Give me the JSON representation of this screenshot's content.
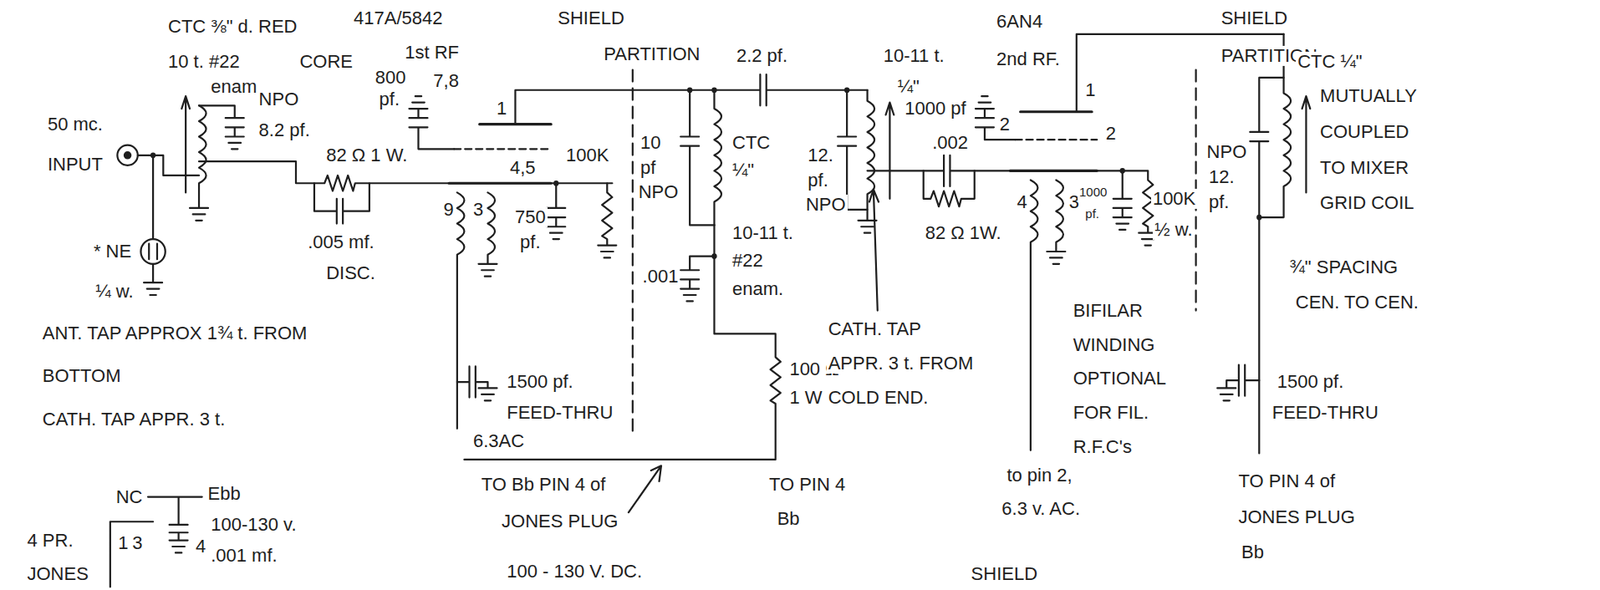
{
  "diagram": {
    "labels": [
      "CTC ⅜\" d. RED",
      "10 t. #22",
      "CORE",
      "enam.",
      "417A/5842",
      "1st RF",
      "SHIELD",
      "PARTITION",
      "6AN4",
      "2nd RF.",
      "SHIELD",
      "PARTITION",
      "50 mc.",
      "INPUT",
      "NPO",
      "8.2 pf.",
      "800",
      "pf.",
      "7,8",
      "1",
      "4,5",
      "82 Ω 1 W.",
      ".005 mf.",
      "DISC.",
      "100K",
      "9",
      "3",
      "750",
      "pf.",
      "10",
      "pf",
      "NPO",
      ".001",
      "2.2 pf.",
      "CTC",
      "¼\"",
      "10-11 t.",
      "#22",
      "enam.",
      "100 Ω",
      "1 W",
      "10-11 t.",
      "¼\"",
      "12.",
      "pf.",
      "NPO",
      "1000 pf",
      "2",
      "1",
      "2",
      ".002",
      "82 Ω 1W.",
      "4",
      "3",
      "1000",
      "pf.",
      "100K",
      "½ w.",
      "NPO",
      "12.",
      "pf.",
      "CTC ¼\"",
      "MUTUALLY",
      "COUPLED",
      "TO MIXER",
      "GRID COIL",
      "¾\" SPACING",
      "CEN. TO CEN.",
      "* NE",
      "¼ w.",
      "ANT. TAP APPROX 1¾ t. FROM",
      "BOTTOM",
      "CATH. TAP APPR. 3 t.",
      "CATH. TAP",
      "APPR. 3 t. FROM",
      "COLD END.",
      "BIFILAR",
      "WINDING",
      "OPTIONAL",
      "FOR FIL.",
      "R.F.C's",
      "1500 pf.",
      "FEED-THRU",
      "6.3AC",
      "TO Bb PIN 4 of",
      "JONES PLUG",
      "100 - 130 V. DC.",
      "TO PIN 4",
      "Bb",
      "to pin 2,",
      "6.3 v. AC.",
      "1500 pf.",
      "FEED-THRU",
      "TO PIN 4 of",
      "JONES PLUG",
      "Bb",
      "SHIELD",
      "NC",
      "4 PR.",
      "JONES",
      "1",
      "3",
      "4",
      "Ebb",
      "100-130 v.",
      ".001 mf."
    ]
  }
}
